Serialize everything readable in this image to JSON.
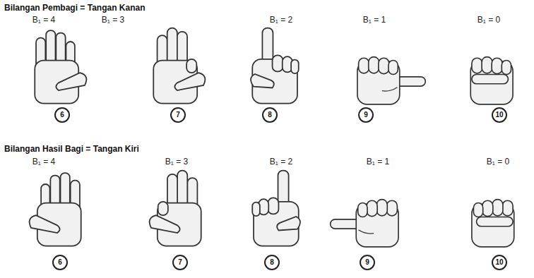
{
  "diagram": {
    "nodes": [
      {
        "text": [
          "6"
        ]
      },
      {
        "text": [
          "7"
        ]
      },
      {
        "text": [
          "8"
        ]
      },
      {
        "text": [
          "9"
        ]
      },
      {
        "text": [
          "10"
        ]
      },
      {
        "text": [
          "6"
        ]
      },
      {
        "text": [
          "7"
        ]
      },
      {
        "text": [
          "8"
        ]
      },
      {
        "text": [
          "9"
        ]
      },
      {
        "text": [
          "10"
        ]
      }
    ],
    "labels": [
      "Bilangan Pembagi = Tangan Kanan",
      "B₁ = 4",
      "B₁ = 3",
      "B₁ = 2",
      "B₁ = 1",
      "B₁ = 0",
      "Bilangan Hasil Bagi = Tangan Kiri",
      "B₁ = 4",
      "B₁ = 3",
      "B₁ = 2",
      "B₁ = 1",
      "B₁ = 0"
    ]
  }
}
